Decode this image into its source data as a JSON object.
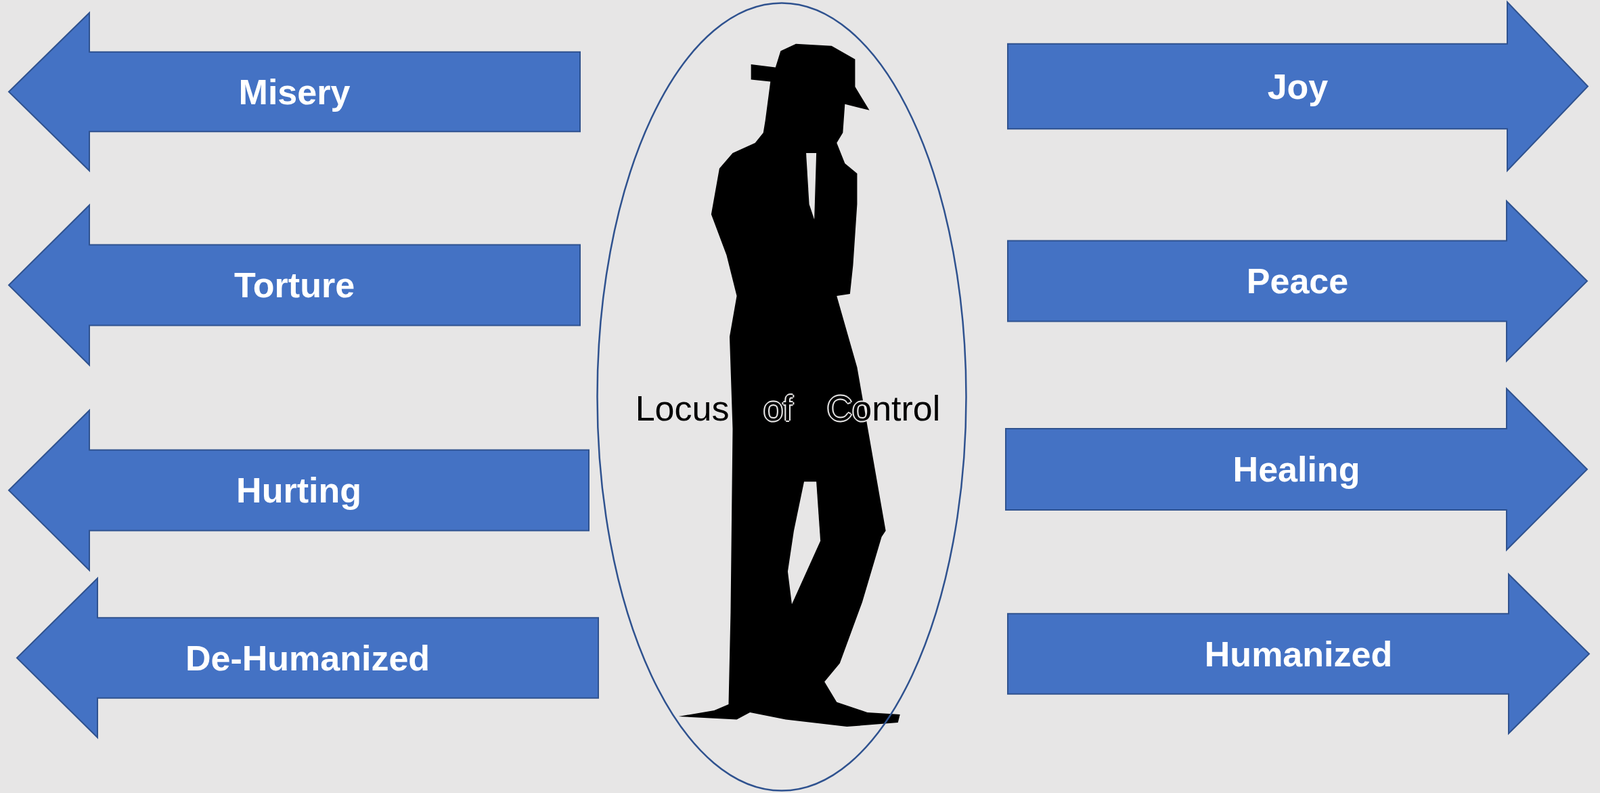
{
  "diagram": {
    "nodes": [
      {
        "text": [
          "Misery"
        ]
      },
      {
        "text": [
          "Joy"
        ]
      },
      {
        "text": [
          "Torture"
        ]
      },
      {
        "text": [
          "Peace"
        ]
      },
      {
        "text": [
          "Hurting"
        ]
      },
      {
        "text": [
          "Healing"
        ]
      },
      {
        "text": [
          "De-Humanized"
        ]
      },
      {
        "text": [
          "Humanized"
        ]
      },
      {
        "text": [
          "Locus of Control"
        ]
      }
    ]
  }
}
